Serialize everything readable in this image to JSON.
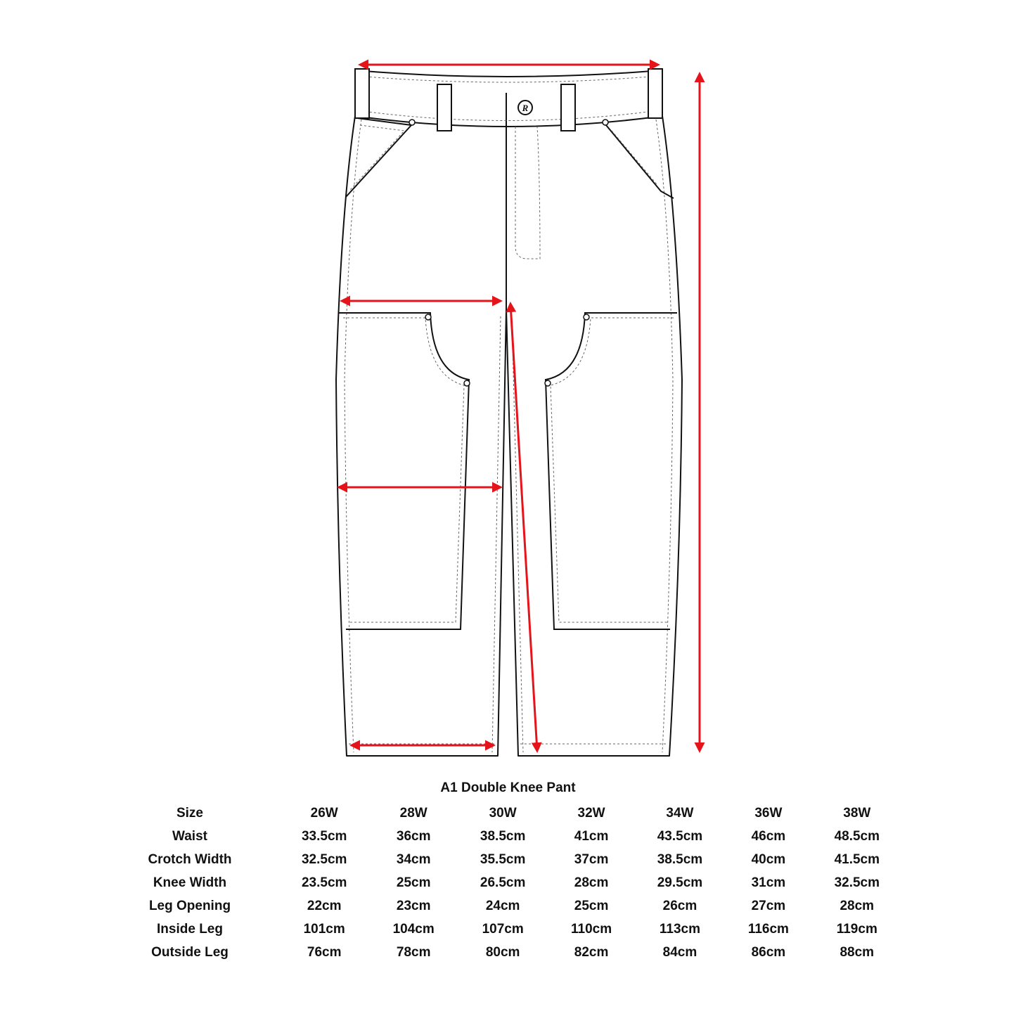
{
  "product_title": "A1 Double Knee Pant",
  "logo_glyph": "R",
  "colors": {
    "line": "#111111",
    "arrow": "#e5131a",
    "stitch": "#666666",
    "background": "#ffffff"
  },
  "measurements": {
    "columns": [
      "Size",
      "26W",
      "28W",
      "30W",
      "32W",
      "34W",
      "36W",
      "38W"
    ],
    "rows": [
      [
        "Waist",
        "33.5cm",
        "36cm",
        "38.5cm",
        "41cm",
        "43.5cm",
        "46cm",
        "48.5cm"
      ],
      [
        "Crotch Width",
        "32.5cm",
        "34cm",
        "35.5cm",
        "37cm",
        "38.5cm",
        "40cm",
        "41.5cm"
      ],
      [
        "Knee Width",
        "23.5cm",
        "25cm",
        "26.5cm",
        "28cm",
        "29.5cm",
        "31cm",
        "32.5cm"
      ],
      [
        "Leg Opening",
        "22cm",
        "23cm",
        "24cm",
        "25cm",
        "26cm",
        "27cm",
        "28cm"
      ],
      [
        "Inside Leg",
        "101cm",
        "104cm",
        "107cm",
        "110cm",
        "113cm",
        "116cm",
        "119cm"
      ],
      [
        "Outside Leg",
        "76cm",
        "78cm",
        "80cm",
        "82cm",
        "84cm",
        "86cm",
        "88cm"
      ]
    ]
  }
}
